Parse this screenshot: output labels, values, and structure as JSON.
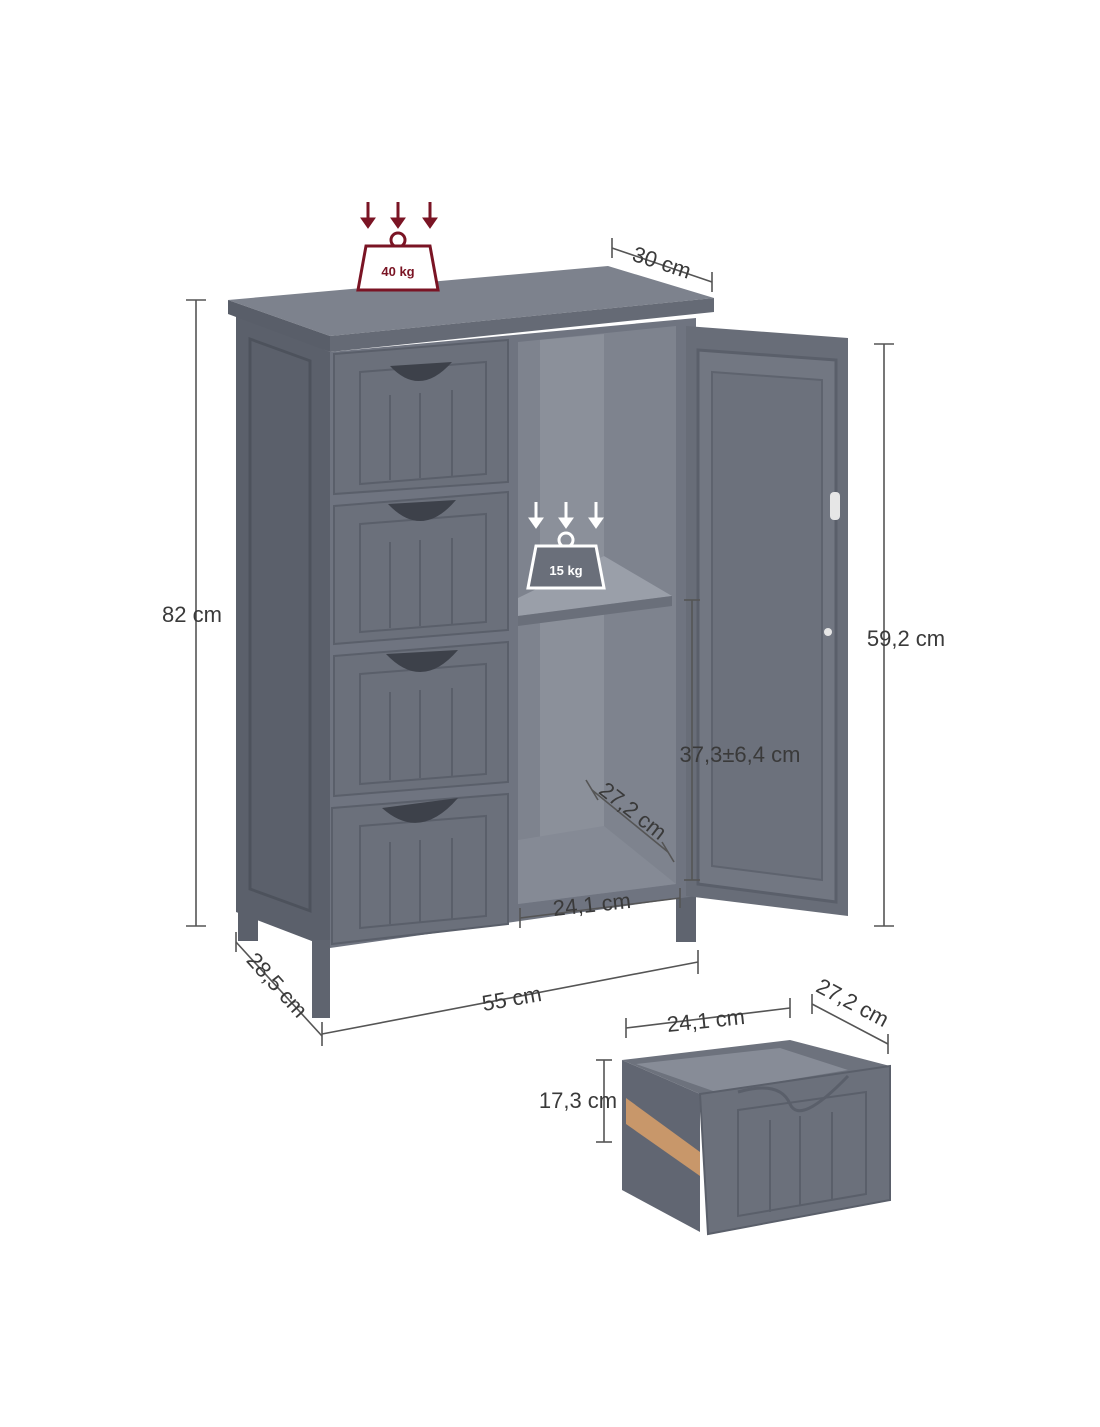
{
  "dimensions": {
    "height_total": "82 cm",
    "depth_top": "30 cm",
    "depth_base": "28,5 cm",
    "width_total": "55 cm",
    "door_height": "59,2 cm",
    "shelf_height": "37,3±6,4 cm",
    "shelf_depth": "27,2 cm",
    "shelf_width": "24,1 cm"
  },
  "drawer": {
    "width": "24,1 cm",
    "depth": "27,2 cm",
    "height": "17,3 cm"
  },
  "load": {
    "top": "40 kg",
    "shelf": "15 kg"
  },
  "colors": {
    "cabinet": "#6f7480",
    "cabinet_dark": "#575c67",
    "cabinet_light": "#858a95",
    "load_top": "#7a1424",
    "load_shelf": "#ffffff",
    "drawer_side_wood": "#c8976a"
  }
}
